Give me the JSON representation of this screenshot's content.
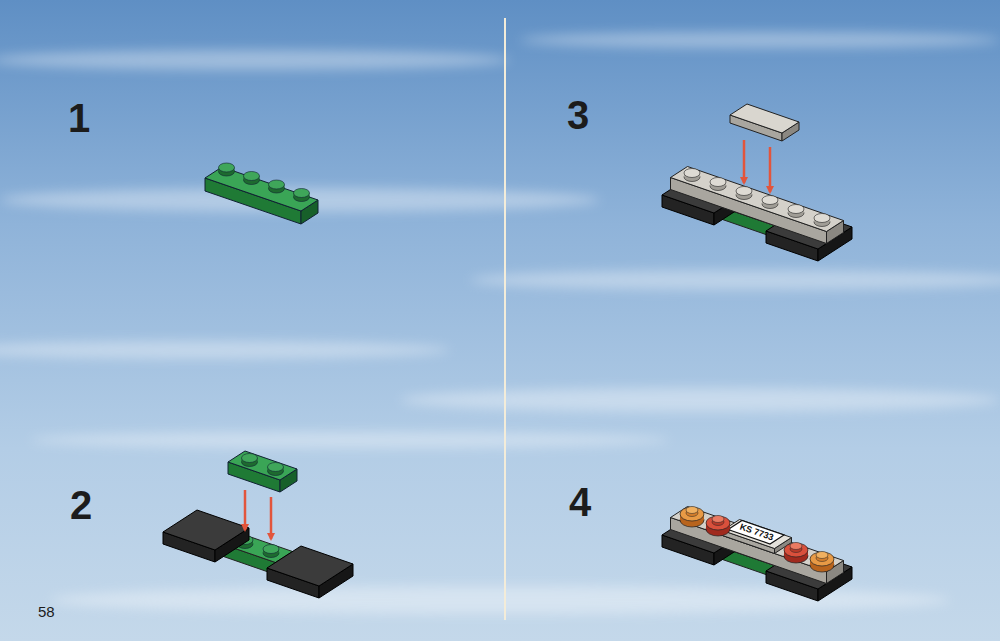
{
  "diagram": {
    "labels": [
      "1",
      "3",
      "2",
      "4",
      "KS 7733",
      "58"
    ]
  }
}
